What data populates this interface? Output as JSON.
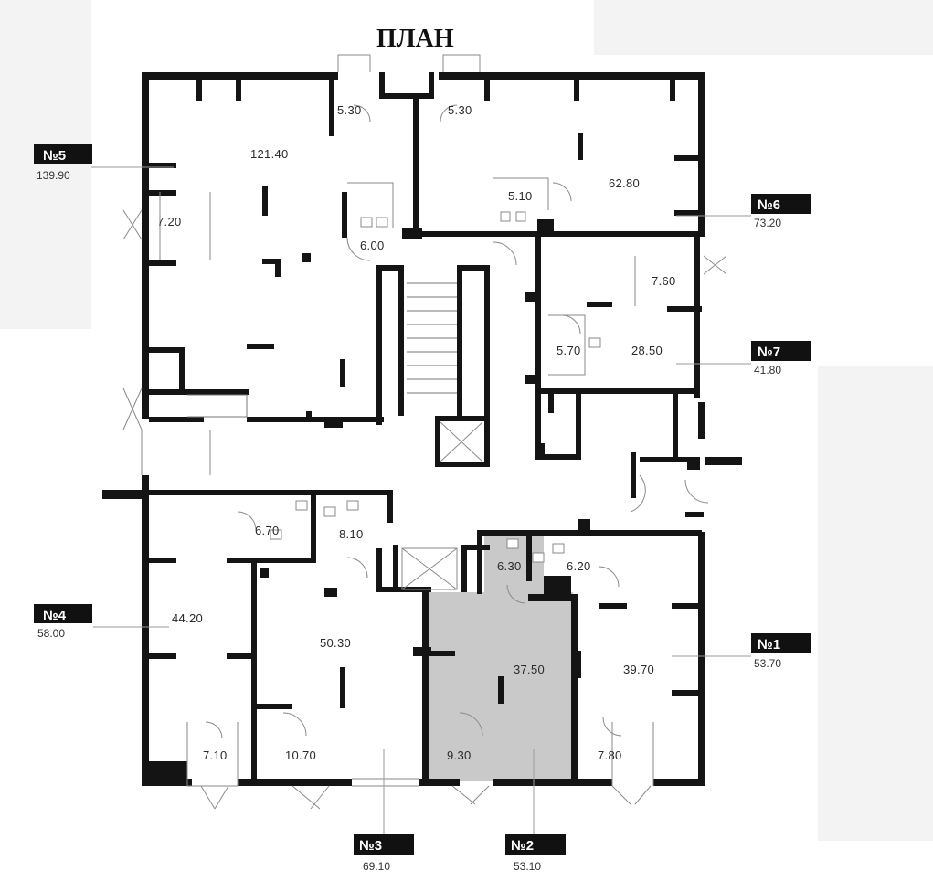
{
  "title": "ПЛАН",
  "rooms": [
    {
      "id": "r-121",
      "area": "121.40"
    },
    {
      "id": "r-530a",
      "area": "5.30"
    },
    {
      "id": "r-530b",
      "area": "5.30"
    },
    {
      "id": "r-720",
      "area": "7.20"
    },
    {
      "id": "r-600",
      "area": "6.00"
    },
    {
      "id": "r-510",
      "area": "5.10"
    },
    {
      "id": "r-628",
      "area": "62.80"
    },
    {
      "id": "r-760",
      "area": "7.60"
    },
    {
      "id": "r-570",
      "area": "5.70"
    },
    {
      "id": "r-2850",
      "area": "28.50"
    },
    {
      "id": "r-670",
      "area": "6.70"
    },
    {
      "id": "r-810",
      "area": "8.10"
    },
    {
      "id": "r-4420",
      "area": "44.20"
    },
    {
      "id": "r-5030",
      "area": "50.30"
    },
    {
      "id": "r-630",
      "area": "6.30"
    },
    {
      "id": "r-620",
      "area": "6.20"
    },
    {
      "id": "r-3750",
      "area": "37.50"
    },
    {
      "id": "r-3970",
      "area": "39.70"
    },
    {
      "id": "r-710",
      "area": "7.10"
    },
    {
      "id": "r-1070",
      "area": "10.70"
    },
    {
      "id": "r-930",
      "area": "9.30"
    },
    {
      "id": "r-780",
      "area": "7.80"
    }
  ],
  "units": [
    {
      "id": "u5",
      "number": "№5",
      "area": "139.90"
    },
    {
      "id": "u6",
      "number": "№6",
      "area": "73.20"
    },
    {
      "id": "u7",
      "number": "№7",
      "area": "41.80"
    },
    {
      "id": "u4",
      "number": "№4",
      "area": "58.00"
    },
    {
      "id": "u1",
      "number": "№1",
      "area": "53.70"
    },
    {
      "id": "u3",
      "number": "№3",
      "area": "69.10"
    },
    {
      "id": "u2",
      "number": "№2",
      "area": "53.10"
    }
  ],
  "selected_unit": "№2",
  "colors": {
    "wall": "#141414",
    "selected_fill": "#c9c9c9",
    "tag_bg": "#111111"
  }
}
